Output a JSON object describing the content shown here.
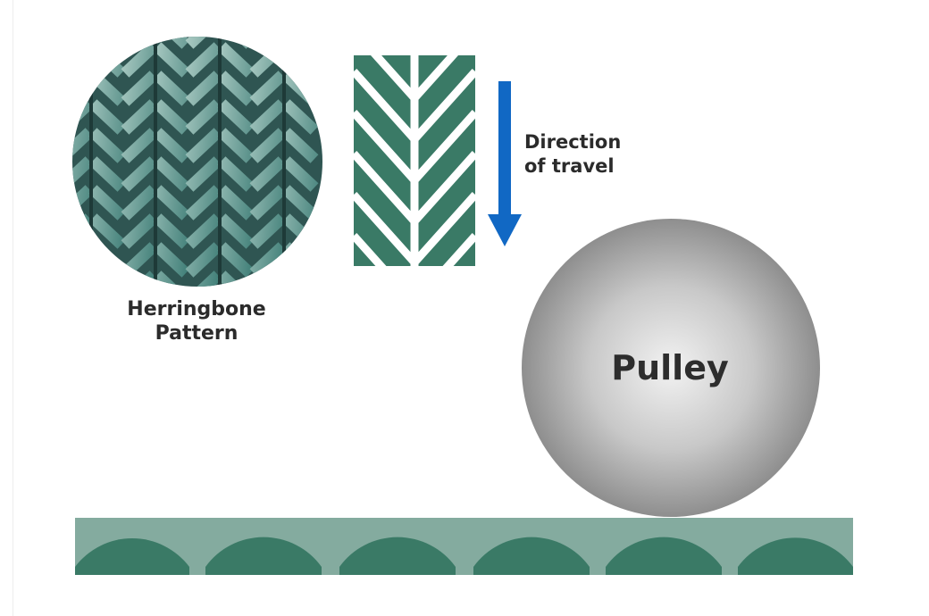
{
  "labels": {
    "herringbone_line1": "Herringbone",
    "herringbone_line2": "Pattern",
    "direction_line1": "Direction",
    "direction_line2": "of travel",
    "pulley": "Pulley"
  },
  "colors": {
    "belt_green": "#3a7a66",
    "belt_light": "#84ab9f",
    "arrow_blue": "#1168c4",
    "pulley_grey": "#9d9d9d",
    "text_dark": "#2b2b2b"
  },
  "icons": {
    "direction": "down-arrow-icon"
  }
}
